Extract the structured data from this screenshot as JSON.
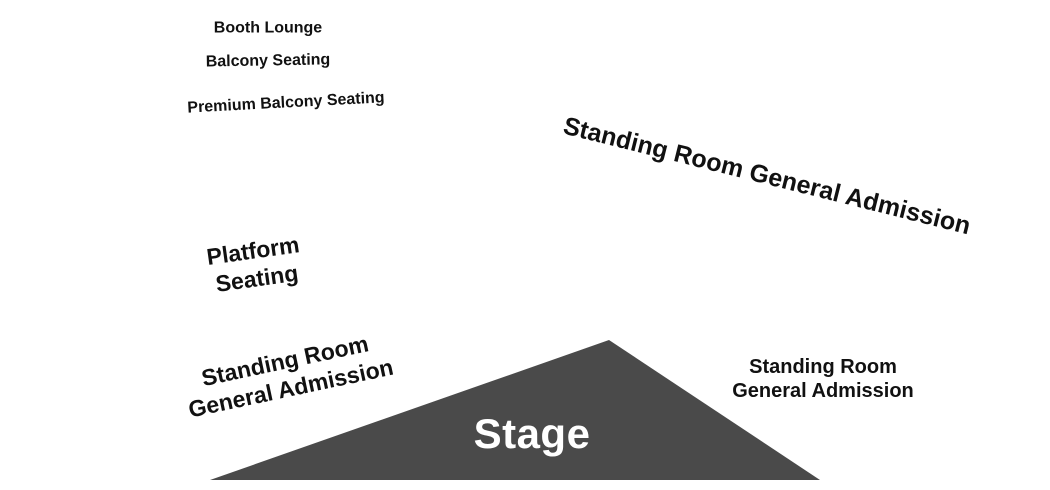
{
  "venue_map": {
    "stage_label": "Stage",
    "stage_color": "#4a4a4a",
    "background_color": "#ffffff",
    "text_color": "#111111",
    "sections": {
      "booth_lounge": "Booth Lounge",
      "balcony_seating": "Balcony Seating",
      "premium_balcony_seating": "Premium Balcony Seating",
      "standing_room_right_upper": "Standing Room General Admission",
      "platform_seating": {
        "line1": "Platform",
        "line2": "Seating"
      },
      "standing_room_left": {
        "line1": "Standing Room",
        "line2": "General Admission"
      },
      "standing_room_right_lower": {
        "line1": "Standing Room",
        "line2": "General Admission"
      }
    }
  }
}
